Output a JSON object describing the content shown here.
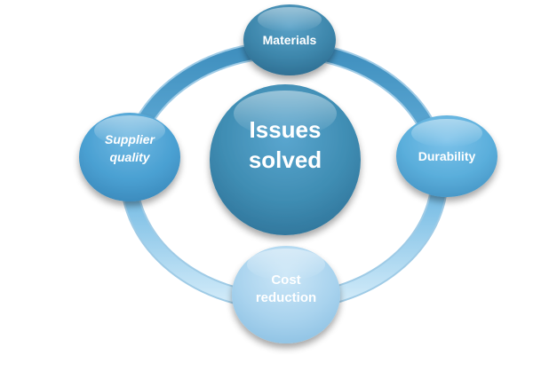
{
  "diagram": {
    "center": {
      "lines": [
        "Issues",
        "solved"
      ],
      "color": "#3f8db3"
    },
    "nodes": [
      {
        "id": "materials",
        "lines": [
          "Materials"
        ],
        "color": "#3d86ab",
        "italic": false
      },
      {
        "id": "durability",
        "lines": [
          "Durability"
        ],
        "color": "#5aaedb",
        "italic": false
      },
      {
        "id": "cost-reduction",
        "lines": [
          "Cost",
          "reduction"
        ],
        "color": "#a9d3ee",
        "italic": false
      },
      {
        "id": "supplier-quality",
        "lines": [
          "Supplier",
          "quality"
        ],
        "color": "#4aa0d2",
        "italic": true
      }
    ],
    "ring_color_top": "#3d8fbd",
    "ring_color_bottom": "#c9e6f7"
  }
}
